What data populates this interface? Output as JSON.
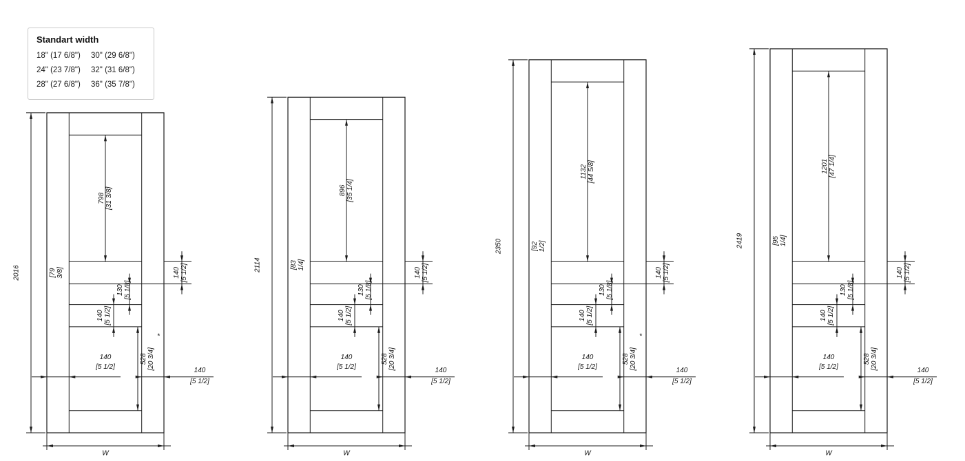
{
  "legend": {
    "title": "Standart width",
    "rows": [
      {
        "left": "18\" (17 6/8\")",
        "right": "30\" (29 6/8\")"
      },
      {
        "left": "24\" (23 7/8\")",
        "right": "32\" (31 6/8\")"
      },
      {
        "left": "28\" (27 6/8\")",
        "right": "36\" (35 7/8\")"
      }
    ]
  },
  "doors": [
    {
      "name": "door-1",
      "overall_mm": "2016",
      "overall_in": "[79 3/8]",
      "panel_mm": "798",
      "panel_in": "[31 3/8]",
      "note_mark": "*"
    },
    {
      "name": "door-2",
      "overall_mm": "2114",
      "overall_in": "[83 1/4]",
      "panel_mm": "896",
      "panel_in": "[35 1/4]",
      "note_mark": ""
    },
    {
      "name": "door-3",
      "overall_mm": "2350",
      "overall_in": "[92 1/2]",
      "panel_mm": "1132",
      "panel_in": "[44 5/8]",
      "note_mark": "*"
    },
    {
      "name": "door-4",
      "overall_mm": "2419",
      "overall_in": "[95 1/4]",
      "panel_mm": "1201",
      "panel_in": "[47 1/4]",
      "note_mark": ""
    }
  ],
  "shared_dims": {
    "rail_upper_mm": "140",
    "rail_upper_in": "[5 1/2]",
    "rail_narrow_mm": "130",
    "rail_narrow_in": "[5 1/8]",
    "rail_lower_mm": "140",
    "rail_lower_in": "[5 1/2]",
    "bottom_panel_mm": "528",
    "bottom_panel_in": "[20 3/4]",
    "stile_mm": "140",
    "stile_in": "[5 1/2]",
    "width_label": "W"
  },
  "colors": {
    "line": "#1c1c1c",
    "text": "#111111",
    "background": "#ffffff",
    "legend_border": "#c9c9c9"
  }
}
